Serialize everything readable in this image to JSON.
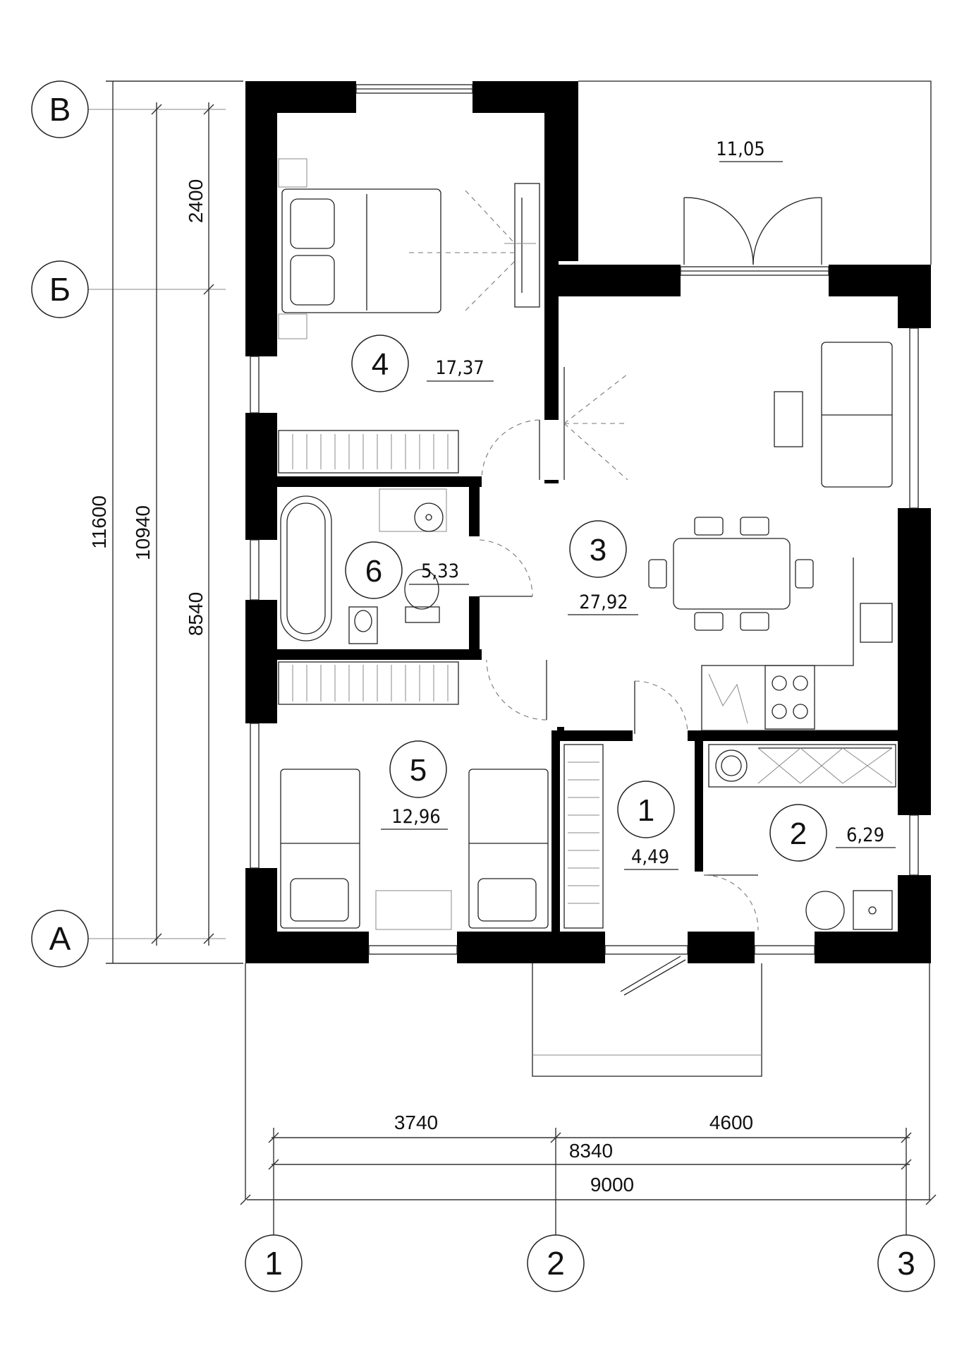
{
  "axes": {
    "rows": [
      {
        "label": "В"
      },
      {
        "label": "Б"
      },
      {
        "label": "А"
      }
    ],
    "columns": [
      {
        "label": "1"
      },
      {
        "label": "2"
      },
      {
        "label": "3"
      }
    ]
  },
  "dimensions": {
    "vertical": {
      "d2400": "2400",
      "d8540": "8540",
      "d10940": "10940",
      "d11600": "11600"
    },
    "horizontal": {
      "d3740": "3740",
      "d4600": "4600",
      "d8340": "8340",
      "d9000": "9000"
    }
  },
  "rooms": [
    {
      "number": "1",
      "area": "4,49"
    },
    {
      "number": "2",
      "area": "6,29"
    },
    {
      "number": "3",
      "area": "27,92"
    },
    {
      "number": "4",
      "area": "17,37"
    },
    {
      "number": "5",
      "area": "12,96"
    },
    {
      "number": "6",
      "area": "5,33"
    }
  ],
  "terrace": {
    "area": "11,05"
  }
}
